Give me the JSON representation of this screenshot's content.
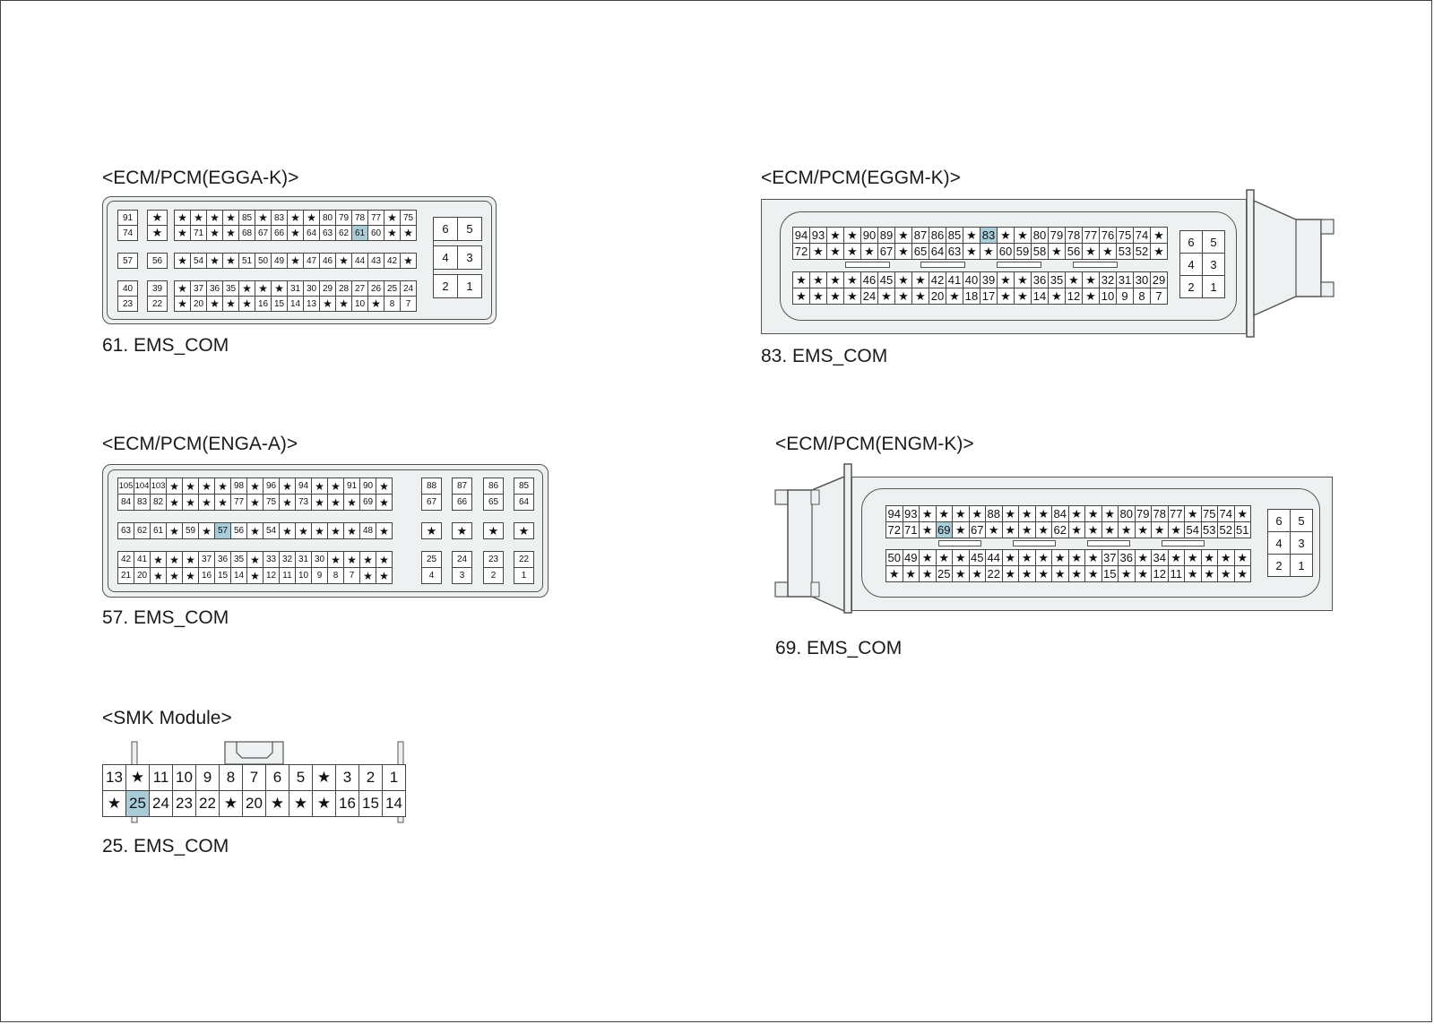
{
  "connectors": {
    "egga": {
      "title": "<ECM/PCM(EGGA-K)>",
      "caption": "61. EMS_COM",
      "highlight": "61",
      "pin_groups": {
        "a": [
          [
            "91"
          ],
          [
            "74"
          ]
        ],
        "b": [
          [
            "★"
          ],
          [
            "★"
          ]
        ],
        "c": [
          [
            "★",
            "★",
            "★",
            "★",
            "85",
            "★",
            "83",
            "★",
            "★",
            "80",
            "79",
            "78",
            "77",
            "★",
            "75"
          ],
          [
            "★",
            "71",
            "★",
            "★",
            "68",
            "67",
            "66",
            "★",
            "64",
            "63",
            "62",
            "61",
            "60",
            "★",
            "★"
          ]
        ],
        "d": [
          [
            "57"
          ]
        ],
        "e": [
          [
            "56"
          ]
        ],
        "f": [
          [
            "★",
            "54",
            "★",
            "★",
            "51",
            "50",
            "49",
            "★",
            "47",
            "46",
            "★",
            "44",
            "43",
            "42",
            "★"
          ]
        ],
        "g": [
          [
            "40"
          ],
          [
            "23"
          ]
        ],
        "h": [
          [
            "39"
          ],
          [
            "22"
          ]
        ],
        "i": [
          [
            "★",
            "37",
            "36",
            "35",
            "★",
            "★",
            "★",
            "31",
            "30",
            "29",
            "28",
            "27",
            "26",
            "25",
            "24"
          ],
          [
            "★",
            "20",
            "★",
            "★",
            "★",
            "16",
            "15",
            "14",
            "13",
            "★",
            "★",
            "10",
            "★",
            "8",
            "7"
          ]
        ],
        "j": [
          [
            "6",
            "5"
          ],
          [
            "4",
            "3"
          ],
          [
            "2",
            "1"
          ]
        ]
      }
    },
    "eggm": {
      "title": "<ECM/PCM(EGGM-K)>",
      "caption": "83. EMS_COM",
      "highlight": "83",
      "pin_groups": {
        "a": [
          [
            "94",
            "93",
            "★",
            "★",
            "90",
            "89",
            "★",
            "87",
            "86",
            "85",
            "★",
            "83",
            "★",
            "★",
            "80",
            "79",
            "78",
            "77",
            "76",
            "75",
            "74",
            "★"
          ],
          [
            "72",
            "★",
            "★",
            "★",
            "★",
            "67",
            "★",
            "65",
            "64",
            "63",
            "★",
            "★",
            "60",
            "59",
            "58",
            "★",
            "56",
            "★",
            "★",
            "53",
            "52",
            "★"
          ]
        ],
        "b": [
          [
            "★",
            "★",
            "★",
            "★",
            "46",
            "45",
            "★",
            "★",
            "42",
            "41",
            "40",
            "39",
            "★",
            "★",
            "36",
            "35",
            "★",
            "★",
            "32",
            "31",
            "30",
            "29"
          ],
          [
            "★",
            "★",
            "★",
            "★",
            "24",
            "★",
            "★",
            "★",
            "20",
            "★",
            "18",
            "17",
            "★",
            "★",
            "14",
            "★",
            "12",
            "★",
            "10",
            "9",
            "8",
            "7"
          ]
        ],
        "c": [
          [
            "6",
            "5"
          ],
          [
            "4",
            "3"
          ],
          [
            "2",
            "1"
          ]
        ]
      }
    },
    "enga": {
      "title": "<ECM/PCM(ENGA-A)>",
      "caption": "57. EMS_COM",
      "highlight": "57",
      "pin_groups": {
        "a": [
          [
            "105",
            "104",
            "103",
            "★",
            "★",
            "★",
            "★",
            "98",
            "★",
            "96",
            "★",
            "94",
            "★",
            "★",
            "91",
            "90",
            "★"
          ],
          [
            "84",
            "83",
            "82",
            "★",
            "★",
            "★",
            "★",
            "77",
            "★",
            "75",
            "★",
            "73",
            "★",
            "★",
            "★",
            "69",
            "★"
          ]
        ],
        "b": [
          [
            "63",
            "62",
            "61",
            "★",
            "59",
            "★",
            "57",
            "56",
            "★",
            "54",
            "★",
            "★",
            "★",
            "★",
            "★",
            "48",
            "★"
          ]
        ],
        "c": [
          [
            "42",
            "41",
            "★",
            "★",
            "★",
            "37",
            "36",
            "35",
            "★",
            "33",
            "32",
            "31",
            "30",
            "★",
            "★",
            "★",
            "★"
          ],
          [
            "21",
            "20",
            "★",
            "★",
            "★",
            "16",
            "15",
            "14",
            "★",
            "12",
            "11",
            "10",
            "9",
            "8",
            "7",
            "★",
            "★"
          ]
        ],
        "d": [
          [
            "88"
          ],
          [
            "67"
          ]
        ],
        "e": [
          [
            "87"
          ],
          [
            "66"
          ]
        ],
        "f": [
          [
            "86"
          ],
          [
            "65"
          ]
        ],
        "g": [
          [
            "85"
          ],
          [
            "64"
          ]
        ],
        "h": [
          [
            "★"
          ]
        ],
        "i": [
          [
            "★"
          ]
        ],
        "j": [
          [
            "★"
          ]
        ],
        "k": [
          [
            "★"
          ]
        ],
        "l": [
          [
            "25"
          ],
          [
            "4"
          ]
        ],
        "m": [
          [
            "24"
          ],
          [
            "3"
          ]
        ],
        "n": [
          [
            "23"
          ],
          [
            "2"
          ]
        ],
        "o": [
          [
            "22"
          ],
          [
            "1"
          ]
        ]
      }
    },
    "engm": {
      "title": "<ECM/PCM(ENGM-K)>",
      "caption": "69. EMS_COM",
      "highlight": "69",
      "pin_groups": {
        "a": [
          [
            "94",
            "93",
            "★",
            "★",
            "★",
            "★",
            "88",
            "★",
            "★",
            "★",
            "84",
            "★",
            "★",
            "★",
            "80",
            "79",
            "78",
            "77",
            "★",
            "75",
            "74",
            "★"
          ],
          [
            "72",
            "71",
            "★",
            "69",
            "★",
            "67",
            "★",
            "★",
            "★",
            "★",
            "62",
            "★",
            "★",
            "★",
            "★",
            "★",
            "★",
            "★",
            "54",
            "53",
            "52",
            "51"
          ]
        ],
        "b": [
          [
            "50",
            "49",
            "★",
            "★",
            "★",
            "45",
            "44",
            "★",
            "★",
            "★",
            "★",
            "★",
            "★",
            "37",
            "36",
            "★",
            "34",
            "★",
            "★",
            "★",
            "★",
            "★"
          ],
          [
            "★",
            "★",
            "★",
            "25",
            "★",
            "★",
            "22",
            "★",
            "★",
            "★",
            "★",
            "★",
            "★",
            "15",
            "★",
            "★",
            "12",
            "11",
            "★",
            "★",
            "★",
            "★"
          ]
        ],
        "c": [
          [
            "6",
            "5"
          ],
          [
            "4",
            "3"
          ],
          [
            "2",
            "1"
          ]
        ]
      }
    },
    "smk": {
      "title": "<SMK Module>",
      "caption": "25. EMS_COM",
      "highlight": "25",
      "pin_groups": {
        "a": [
          [
            "13",
            "★",
            "11",
            "10",
            "9",
            "8",
            "7",
            "6",
            "5",
            "★",
            "3",
            "2",
            "1"
          ],
          [
            "★",
            "25",
            "24",
            "23",
            "22",
            "★",
            "20",
            "★",
            "★",
            "★",
            "16",
            "15",
            "14"
          ]
        ]
      }
    }
  },
  "colors": {
    "highlight": "#a9cdd8",
    "body": "#eef1f2",
    "line": "#444444"
  }
}
